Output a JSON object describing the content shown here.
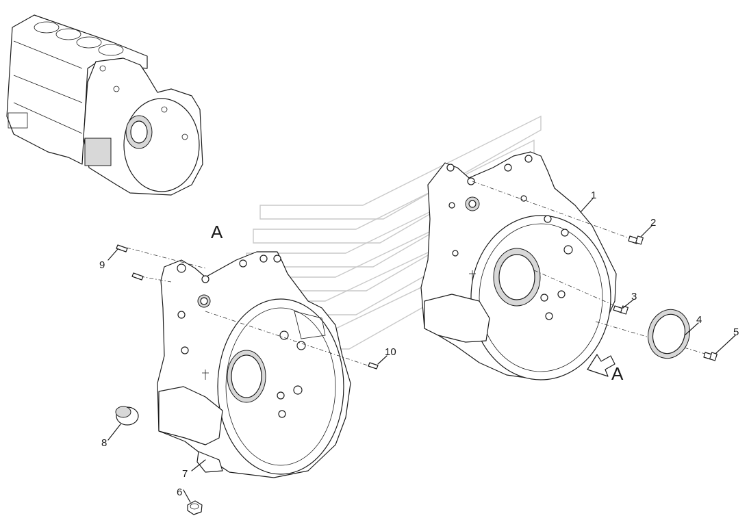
{
  "view_labels": {
    "top": "A",
    "arrow": "A"
  },
  "callouts": [
    "1",
    "2",
    "3",
    "4",
    "5",
    "6",
    "7",
    "8",
    "9",
    "10"
  ]
}
